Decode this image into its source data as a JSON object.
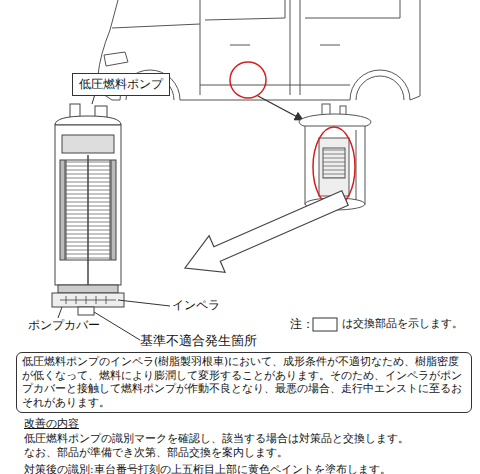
{
  "diagram": {
    "nodes": [
      {
        "text": [
          "低圧燃料ポンプ"
        ]
      },
      {
        "text": [
          "低圧燃料ポンプのインペラ(樹脂製羽根車)において、成形条件が不適切なため、樹脂密度が低くなって、燃料により膨潤して変形することがあります。そのため、インペラがポンプカバーと接触して燃料ポンプが作動不良となり、最悪の場合、走行中エンストに至るおそれがあります。"
        ]
      }
    ],
    "labels": [
      "インペラ",
      "ポンプカバー",
      "基準不適合発生箇所",
      "注：",
      "は交換部品を示します。",
      "改善の内容",
      "低圧燃料ポンプの識別マークを確認し、該当する場合は対策品と交換します。",
      "なお、部品が準備でき次第、部品交換を案内します。",
      "対策後の識別:車台番号打刻の上五桁目上部に黄色ペイントを塗布します。"
    ]
  }
}
